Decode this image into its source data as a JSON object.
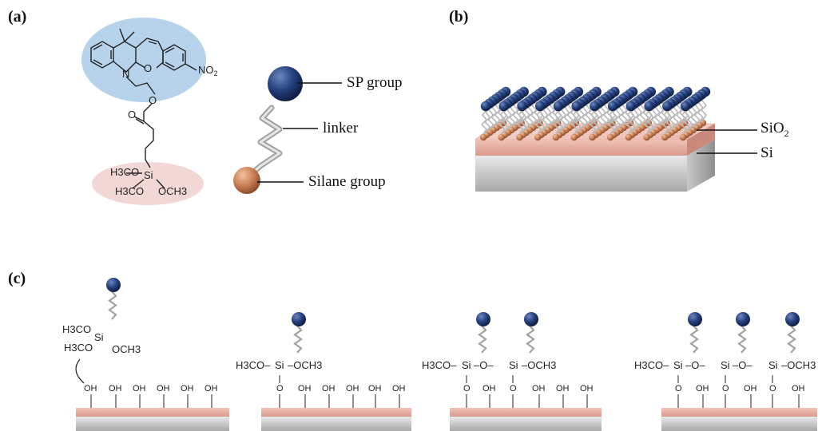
{
  "panels": {
    "a": "(a)",
    "b": "(b)",
    "c": "(c)"
  },
  "panel_a": {
    "labels": {
      "sp_group": "SP group",
      "linker": "linker",
      "silane_group": "Silane group"
    },
    "molecule": {
      "nitro": "NO",
      "nitro_sub": "2",
      "n_atom": "N",
      "o_ring": "O",
      "o_ester": "O",
      "o_carbonyl": "O",
      "si": "Si",
      "h3co_1": "H3CO",
      "h3co_2": "H3CO",
      "och3": "OCH3"
    }
  },
  "panel_b": {
    "labels": {
      "sio2": "SiO",
      "sio2_sub": "2",
      "si": "Si"
    }
  },
  "panel_c": {
    "stage1": {
      "h3co_1": "H3CO",
      "si": "Si",
      "h3co_2": "H3CO",
      "och3": "OCH3",
      "oh": [
        "OH",
        "OH",
        "OH",
        "OH",
        "OH",
        "OH"
      ]
    },
    "stage2": {
      "h3co": "H3CO",
      "si": "Si",
      "och3": "OCH3",
      "o": "O",
      "oh": [
        "OH",
        "OH",
        "OH",
        "OH",
        "OH"
      ]
    },
    "stage3": {
      "h3co": "H3CO",
      "si1": "Si",
      "o_bridge": "O",
      "si2": "Si",
      "och3": "OCH3",
      "o1": "O",
      "o2": "O",
      "oh": [
        "OH",
        "OH",
        "OH",
        "OH"
      ]
    },
    "stage4": {
      "h3co": "H3CO",
      "si1": "Si",
      "o_b1": "O",
      "si2": "Si",
      "o_b2": "O",
      "si3": "Si",
      "och3": "OCH3",
      "o1": "O",
      "o2": "O",
      "o3": "O",
      "oh": [
        "OH",
        "OH",
        "OH"
      ]
    }
  },
  "colors": {
    "sp_ball": "#1f3b73",
    "silane_ball": "#c8825a",
    "blue_highlight": "#b7d3ec",
    "pink_highlight": "#f1d8d6",
    "sio2_layer": "#e8b2a6",
    "si_layer": "#d6d6d6"
  }
}
